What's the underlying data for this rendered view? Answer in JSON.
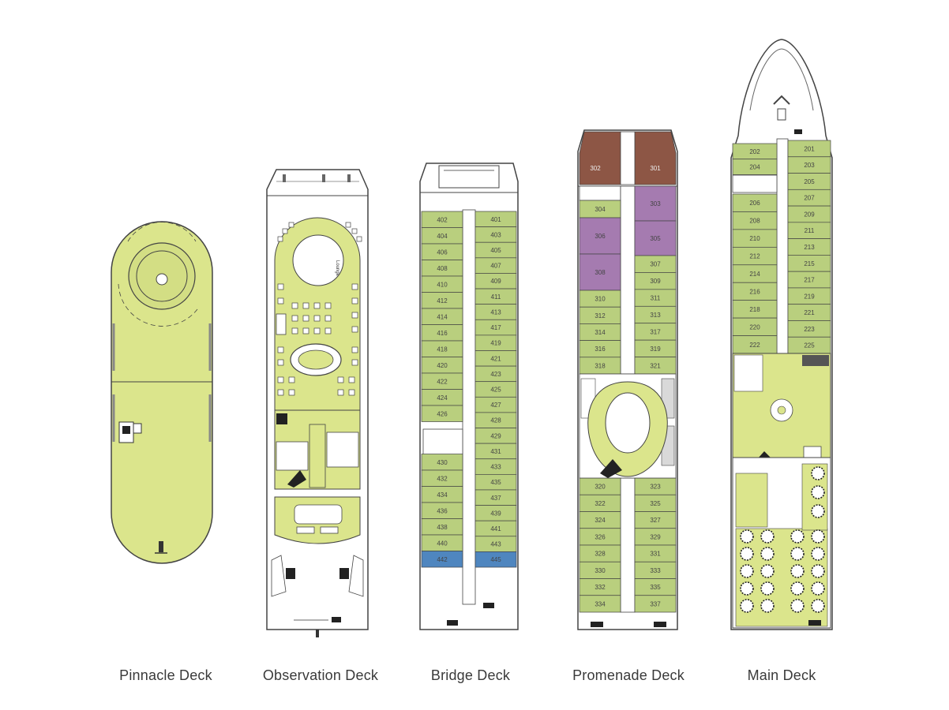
{
  "colors": {
    "cabin_green": "#b9cf7e",
    "deck_yellow": "#dbe58c",
    "suite_purple": "#a57bb0",
    "owner_brown": "#8d5645",
    "accessible_blue": "#4f86bf",
    "outline": "#444444",
    "hull_white": "#ffffff",
    "service_gray": "#d9d9d9"
  },
  "decks": [
    {
      "id": "pinnacle",
      "label": "Pinnacle Deck",
      "cabins": []
    },
    {
      "id": "observation",
      "label": "Observation Deck",
      "cabins": []
    },
    {
      "id": "bridge",
      "label": "Bridge Deck",
      "cabins_left": [
        "402",
        "404",
        "406",
        "408",
        "410",
        "412",
        "414",
        "416",
        "418",
        "420",
        "422",
        "424",
        "426",
        "",
        "",
        "430",
        "432",
        "434",
        "436",
        "438",
        "440",
        "442"
      ],
      "cabins_right": [
        "401",
        "403",
        "405",
        "407",
        "409",
        "411",
        "413",
        "417",
        "419",
        "421",
        "423",
        "425",
        "427",
        "428",
        "429",
        "431",
        "433",
        "435",
        "437",
        "439",
        "441",
        "443",
        "445"
      ]
    },
    {
      "id": "promenade",
      "label": "Promenade Deck",
      "suites_owner": [
        "302",
        "301"
      ],
      "suites_left": [
        "304",
        "306",
        "308"
      ],
      "suites_right": [
        "303",
        "305"
      ],
      "cabins_left_top": [
        "310",
        "312",
        "314",
        "316",
        "318"
      ],
      "cabins_right_top": [
        "307",
        "309",
        "311",
        "313",
        "317",
        "319",
        "321"
      ],
      "cabins_left_bottom": [
        "320",
        "322",
        "324",
        "326",
        "328",
        "330",
        "332",
        "334"
      ],
      "cabins_right_bottom": [
        "323",
        "325",
        "327",
        "329",
        "331",
        "333",
        "335",
        "337"
      ]
    },
    {
      "id": "main",
      "label": "Main Deck",
      "cabins_left": [
        "202",
        "204",
        "206",
        "208",
        "210",
        "212",
        "214",
        "216",
        "218",
        "220",
        "222"
      ],
      "cabins_right": [
        "201",
        "203",
        "205",
        "207",
        "209",
        "211",
        "213",
        "215",
        "217",
        "219",
        "221",
        "223",
        "225"
      ]
    }
  ]
}
